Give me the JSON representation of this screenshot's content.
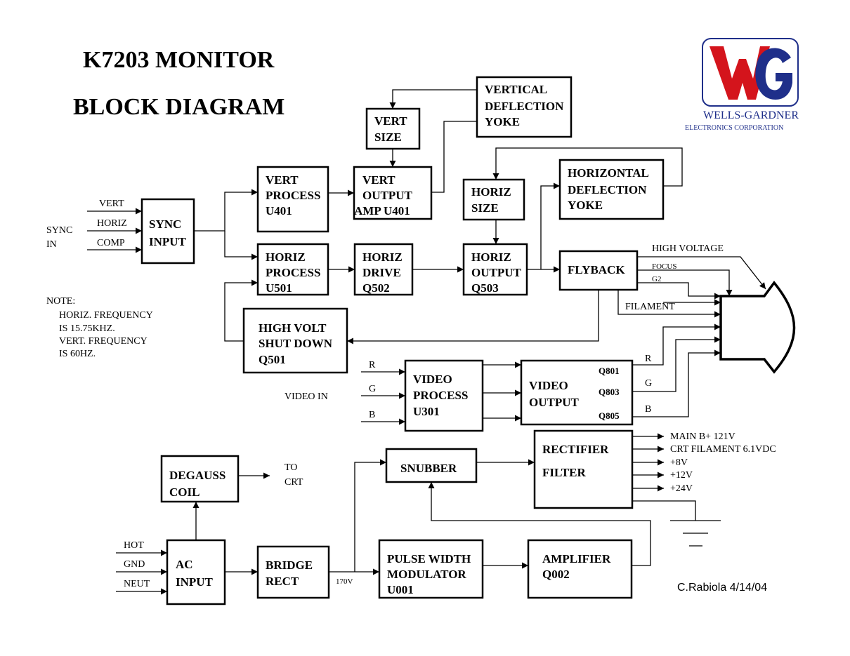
{
  "title": {
    "line1": "K7203 MONITOR",
    "line2": "BLOCK DIAGRAM"
  },
  "logo": {
    "letters": "WG",
    "company_line1": "WELLS-GARDNER",
    "company_line2": "ELECTRONICS CORPORATION",
    "colors": {
      "red": "#d4141c",
      "blue": "#1f2f8a"
    }
  },
  "blocks": {
    "sync_input": [
      "SYNC",
      "INPUT"
    ],
    "vert_process": [
      "VERT",
      "PROCESS",
      "U401"
    ],
    "horiz_process": [
      "HORIZ",
      "PROCESS",
      "U501"
    ],
    "vert_size": [
      "VERT",
      "SIZE"
    ],
    "vert_output": [
      "VERT",
      "OUTPUT",
      "AMP U401"
    ],
    "vertical_yoke": [
      "VERTICAL",
      "DEFLECTION",
      "YOKE"
    ],
    "horiz_drive": [
      "HORIZ",
      "DRIVE",
      "Q502"
    ],
    "horiz_size": [
      "HORIZ",
      "SIZE"
    ],
    "horiz_output": [
      "HORIZ",
      "OUTPUT",
      "Q503"
    ],
    "horizontal_yoke": [
      "HORIZONTAL",
      "DEFLECTION",
      "YOKE"
    ],
    "flyback": [
      "FLYBACK"
    ],
    "high_volt_shutdown": [
      "HIGH VOLT",
      "SHUT DOWN",
      "Q501"
    ],
    "video_process": [
      "VIDEO",
      "PROCESS",
      "U301"
    ],
    "video_output": [
      "VIDEO",
      "OUTPUT"
    ],
    "degauss_coil": [
      "DEGAUSS",
      "COIL"
    ],
    "ac_input": [
      "AC",
      "INPUT"
    ],
    "bridge_rect": [
      "BRIDGE",
      "RECT"
    ],
    "snubber": [
      "SNUBBER"
    ],
    "rectifier_filter": [
      "RECTIFIER",
      "FILTER"
    ],
    "pwm": [
      "PULSE WIDTH",
      "MODULATOR",
      "U001"
    ],
    "amplifier": [
      "AMPLIFIER",
      "Q002"
    ]
  },
  "labels": {
    "sync_in": [
      "SYNC",
      "IN"
    ],
    "sync_inputs": [
      "VERT",
      "HORIZ",
      "COMP"
    ],
    "note": [
      "NOTE:",
      "HORIZ. FREQUENCY",
      "IS 15.75KHZ.",
      "VERT. FREQUENCY",
      "IS 60HZ."
    ],
    "high_voltage": "HIGH VOLTAGE",
    "focus": "FOCUS",
    "g2": "G2",
    "filament": "FILAMENT",
    "video_in": "VIDEO IN",
    "video_inputs": [
      "R",
      "G",
      "B"
    ],
    "video_outputs": [
      "R",
      "G",
      "B"
    ],
    "transistors": [
      "Q801",
      "Q803",
      "Q805"
    ],
    "to_crt": [
      "TO",
      "CRT"
    ],
    "ac_inputs": [
      "HOT",
      "GND",
      "NEUT"
    ],
    "v170": "170V",
    "power_outputs": [
      "MAIN B+ 121V",
      "CRT FILAMENT 6.1VDC",
      "+8V",
      "+12V",
      "+24V"
    ],
    "signature": "C.Rabiola 4/14/04"
  }
}
